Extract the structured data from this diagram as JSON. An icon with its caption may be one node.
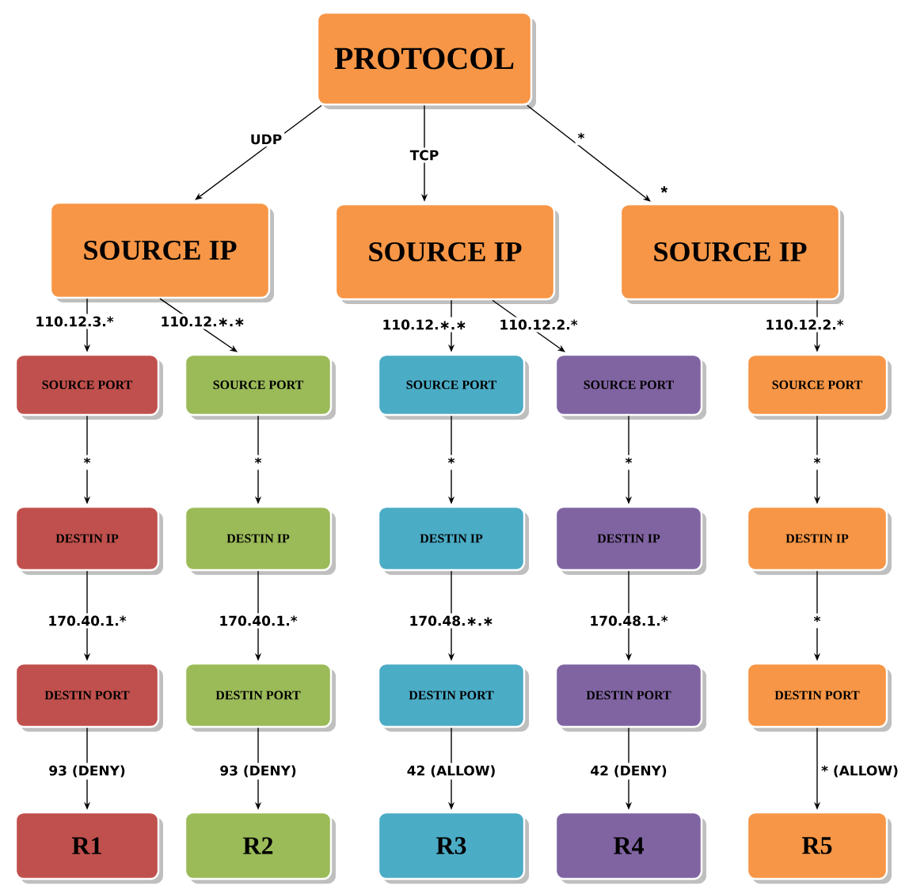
{
  "diagram": {
    "nodes": [
      {
        "text": [
          "PROTOCOL"
        ]
      },
      {
        "text": [
          "SOURCE IP"
        ]
      },
      {
        "text": [
          "SOURCE IP"
        ]
      },
      {
        "text": [
          "SOURCE IP"
        ],
        "beside": [
          "*"
        ]
      },
      {
        "text": [
          "SOURCE PORT"
        ]
      },
      {
        "text": [
          "DESTIN IP"
        ]
      },
      {
        "text": [
          "DESTIN PORT"
        ]
      },
      {
        "text": [
          "R1"
        ]
      },
      {
        "text": [
          "SOURCE PORT"
        ]
      },
      {
        "text": [
          "DESTIN IP"
        ]
      },
      {
        "text": [
          "DESTIN PORT"
        ]
      },
      {
        "text": [
          "R2"
        ]
      },
      {
        "text": [
          "SOURCE PORT"
        ]
      },
      {
        "text": [
          "DESTIN IP"
        ]
      },
      {
        "text": [
          "DESTIN PORT"
        ]
      },
      {
        "text": [
          "R3"
        ]
      },
      {
        "text": [
          "SOURCE PORT"
        ]
      },
      {
        "text": [
          "DESTIN IP"
        ]
      },
      {
        "text": [
          "DESTIN PORT"
        ]
      },
      {
        "text": [
          "R4"
        ]
      },
      {
        "text": [
          "SOURCE PORT"
        ]
      },
      {
        "text": [
          "DESTIN IP"
        ]
      },
      {
        "text": [
          "DESTIN PORT"
        ]
      },
      {
        "text": [
          "R5"
        ]
      }
    ],
    "edges": [
      {
        "from": 0,
        "to": 1,
        "arrow": "to",
        "label": "UDP"
      },
      {
        "from": 0,
        "to": 2,
        "arrow": "to",
        "label": "TCP"
      },
      {
        "from": 0,
        "to": 3,
        "arrow": "to",
        "label": "*"
      },
      {
        "from": 1,
        "to": 4,
        "arrow": "to",
        "label": "110.12.3.*"
      },
      {
        "from": 1,
        "to": 8,
        "arrow": "to",
        "label": "110.12.∗.∗"
      },
      {
        "from": 2,
        "to": 12,
        "arrow": "to",
        "label": "110.12.∗.∗"
      },
      {
        "from": 2,
        "to": 16,
        "arrow": "to",
        "label": "110.12.2.*"
      },
      {
        "from": 3,
        "to": 20,
        "arrow": "to",
        "label": "110.12.2.*"
      },
      {
        "from": 4,
        "to": 5,
        "arrow": "to",
        "label": "*"
      },
      {
        "from": 5,
        "to": 6,
        "arrow": "to",
        "label": "170.40.1.*"
      },
      {
        "from": 6,
        "to": 7,
        "arrow": "to",
        "label": "93 (DENY)"
      },
      {
        "from": 8,
        "to": 9,
        "arrow": "to",
        "label": "*"
      },
      {
        "from": 9,
        "to": 10,
        "arrow": "to",
        "label": "170.40.1.*"
      },
      {
        "from": 10,
        "to": 11,
        "arrow": "to",
        "label": "93 (DENY)"
      },
      {
        "from": 12,
        "to": 13,
        "arrow": "to",
        "label": "*"
      },
      {
        "from": 13,
        "to": 14,
        "arrow": "to",
        "label": "170.48.∗.∗"
      },
      {
        "from": 14,
        "to": 15,
        "arrow": "to",
        "label": "42 (ALLOW)"
      },
      {
        "from": 16,
        "to": 17,
        "arrow": "to",
        "label": "*"
      },
      {
        "from": 17,
        "to": 18,
        "arrow": "to",
        "label": "170.48.1.*"
      },
      {
        "from": 18,
        "to": 19,
        "arrow": "to",
        "label": "42 (DENY)"
      },
      {
        "from": 20,
        "to": 21,
        "arrow": "to",
        "label": "*"
      },
      {
        "from": 21,
        "to": 22,
        "arrow": "to",
        "label": "*"
      },
      {
        "from": 22,
        "to": 23,
        "arrow": "to",
        "label": "* (ALLOW)"
      }
    ]
  }
}
